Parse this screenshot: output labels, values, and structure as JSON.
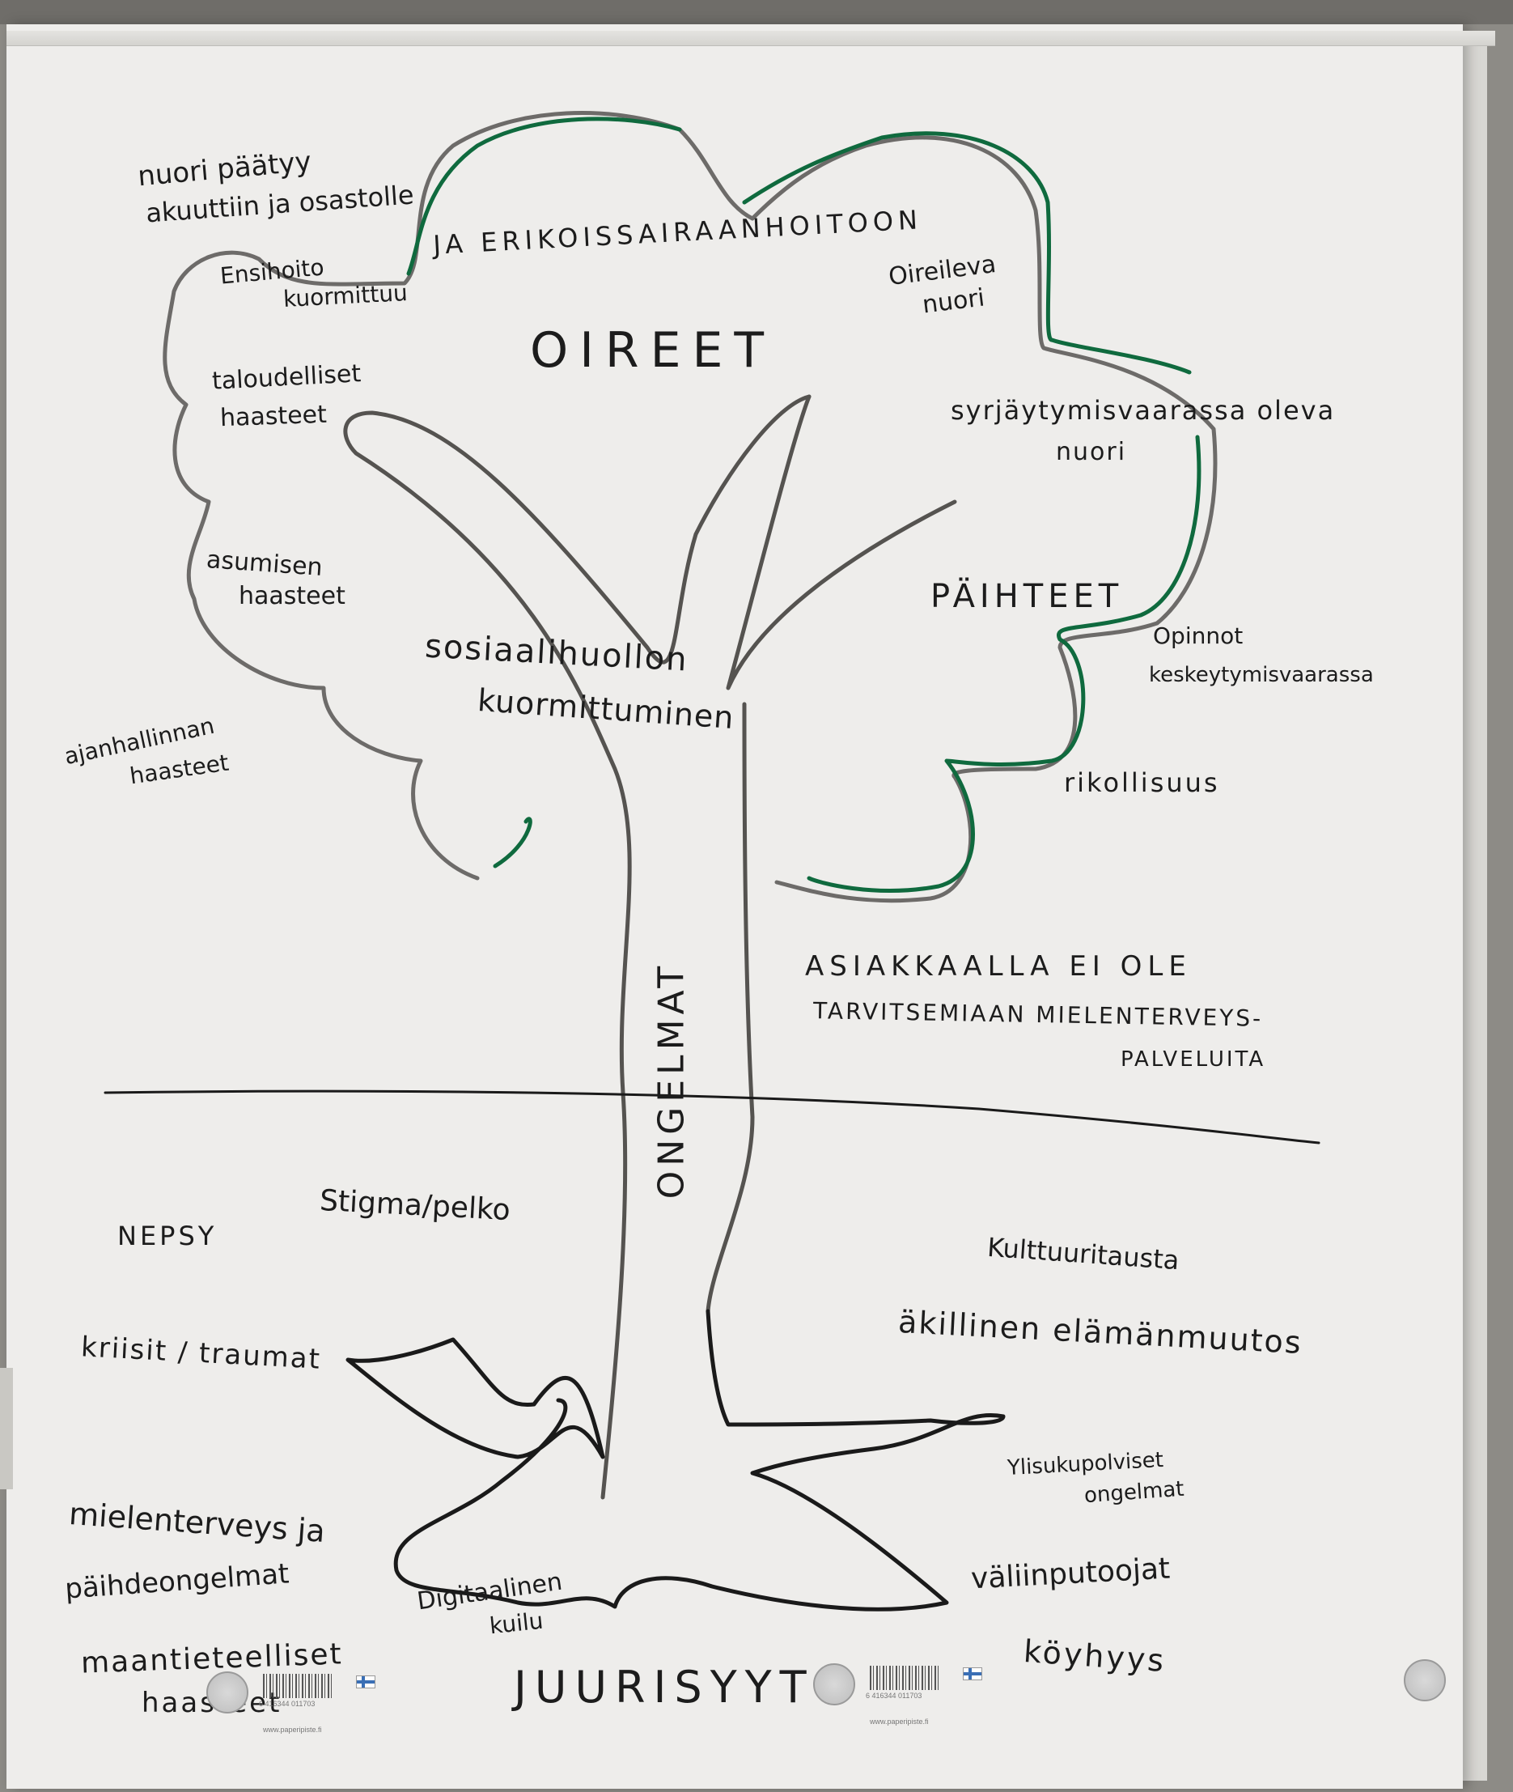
{
  "crown": {
    "title": "OIREET",
    "emergency_care": [
      "nuori päätyy",
      "akuuttiin ja osastolle"
    ],
    "specialist_care": "JA ERIKOISSAIRAANHOITOON",
    "first_aid": [
      "Ensihoito",
      "kuormittuu"
    ],
    "symptomatic_youth": [
      "Oireileva",
      "nuori"
    ],
    "economic": [
      "taloudelliset",
      "haasteet"
    ],
    "exclusion": [
      "syrjäytymisvaarassa oleva",
      "nuori"
    ],
    "housing": [
      "asumisen",
      "haasteet"
    ],
    "substances": "PÄIHTEET",
    "studies": [
      "Opinnot",
      "keskeytymisvaarassa"
    ],
    "social_services": [
      "sosiaalihuollon",
      "kuormittuminen"
    ],
    "time_management": [
      "ajanhallinnan",
      "haasteet"
    ],
    "crime": "rikollisuus"
  },
  "trunk": {
    "label": "ONGELMAT",
    "services": [
      "ASIAKKAALLA EI OLE",
      "TARVITSEMIAAN MIELENTERVEYS-",
      "PALVELUITA"
    ]
  },
  "roots": {
    "title": "JUURISYYT",
    "items": {
      "nepsy": "NEPSY",
      "stigma": "Stigma/pelko",
      "culture": "Kulttuuritausta",
      "crises": "kriisit / traumat",
      "life_change": "äkillinen elämänmuutos",
      "generational": [
        "Ylisukupolviset",
        "ongelmat"
      ],
      "mental": [
        "mielenterveys ja",
        "päihdeongelmat"
      ],
      "digital": [
        "Digitaalinen",
        "kuilu"
      ],
      "dropouts": "väliinputoojat",
      "geographic": [
        "maantieteelliset",
        "haasteet"
      ],
      "poverty": "köyhyys"
    }
  },
  "paper": {
    "url": "www.paperipiste.fi",
    "barcode": "6 416344 011703"
  },
  "colors": {
    "marker_black": "#1a1a1a",
    "marker_gray": "#6d6b69",
    "marker_green": "#0f6a3e",
    "paper": "#eeedeb"
  }
}
